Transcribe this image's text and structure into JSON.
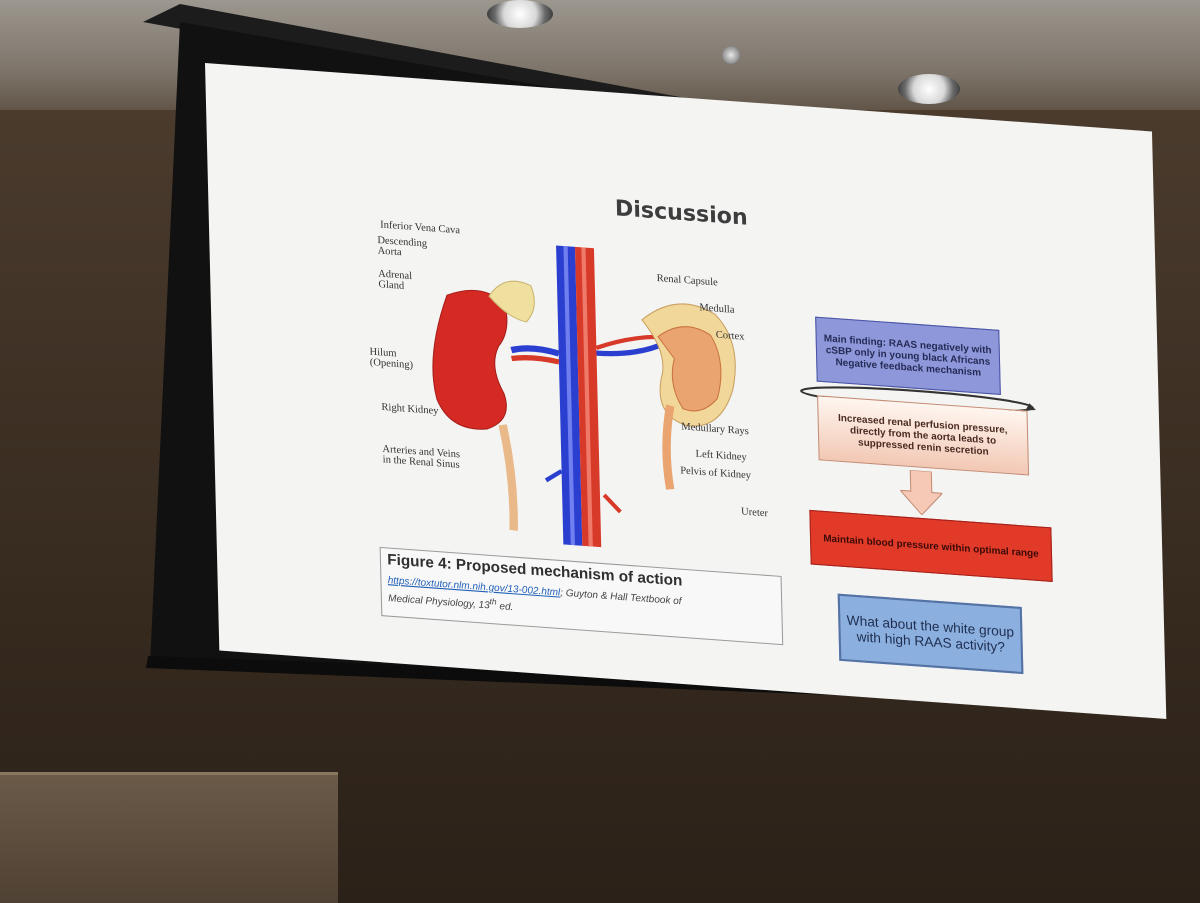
{
  "slide": {
    "title": "Discussion"
  },
  "anatomy_labels": {
    "inferior_vena_cava": "Inferior Vena Cava",
    "descending_aorta": "Descending\nAorta",
    "adrenal_gland": "Adrenal\nGland",
    "hilum": "Hilum\n(Opening)",
    "right_kidney": "Right Kidney",
    "arteries_veins": "Arteries and Veins\nin the Renal Sinus",
    "renal_capsule": "Renal Capsule",
    "medulla": "Medulla",
    "cortex": "Cortex",
    "medullary_rays": "Medullary Rays",
    "left_kidney": "Left Kidney",
    "pelvis_of_kidney": "Pelvis of Kidney",
    "ureter": "Ureter"
  },
  "figure_caption": {
    "title": "Figure 4: Proposed mechanism of action",
    "link": "https://toxtutor.nlm.nih.gov/13-002.html",
    "reference_1": "; Guyton & Hall Textbook of",
    "reference_2": "Medical Physiology,  13",
    "reference_sup": "th",
    "reference_3": " ed."
  },
  "flow": {
    "main_finding": "Main finding: RAAS negatively with cSBP only in young black Africans Negative feedback mechanism",
    "renal_perfusion": "Increased renal perfusion pressure, directly from the aorta leads to suppressed renin secretion",
    "maintain_bp": "Maintain blood pressure within optimal range",
    "question": "What about the white group with high RAAS activity?"
  },
  "colors": {
    "main_box": "#8d97d9",
    "maintain_box": "#e23a28",
    "question_box": "#8bb0df",
    "vein_blue": "#2a3fd0",
    "artery_red": "#d83a2a"
  }
}
